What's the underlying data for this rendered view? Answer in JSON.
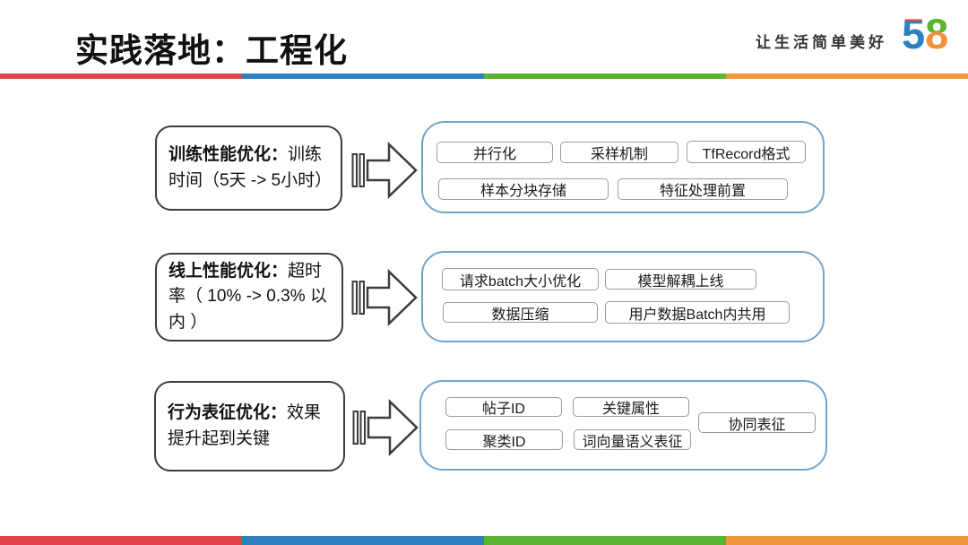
{
  "header": {
    "title": "实践落地：工程化",
    "tagline": "让生活简单美好",
    "logo_5": "5",
    "logo_8": "8"
  },
  "colors": {
    "bar_red": "#e0444a",
    "bar_blue": "#2e80be",
    "bar_green": "#5cb231",
    "bar_orange": "#f0973b",
    "container_border": "#74a5cd",
    "tag_border": "#9b9b9b",
    "category_border": "#3d3d3d"
  },
  "rows": [
    {
      "label_bold": "训练性能优化：",
      "label_rest": "训练时间（5天 -> 5小时）",
      "items": [
        "并行化",
        "采样机制",
        "TfRecord格式",
        "样本分块存储",
        "特征处理前置"
      ]
    },
    {
      "label_bold": "线上性能优化：",
      "label_rest": "超时率（ 10% -> 0.3% 以内 ）",
      "items": [
        "请求batch大小优化",
        "模型解耦上线",
        "数据压缩",
        "用户数据Batch内共用"
      ]
    },
    {
      "label_bold": "行为表征优化：",
      "label_rest": "效果提升起到关键",
      "items": [
        "帖子ID",
        "关键属性",
        "协同表征",
        "聚类ID",
        "词向量语义表征"
      ]
    }
  ]
}
